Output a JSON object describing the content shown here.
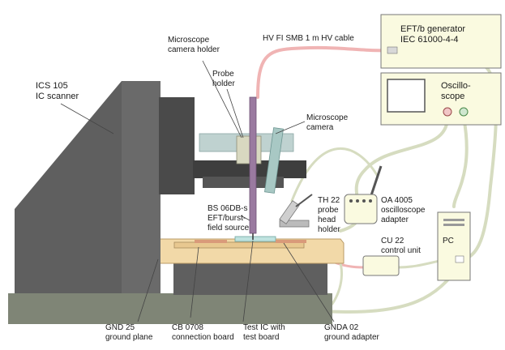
{
  "labels": {
    "ics105": "ICS 105\nIC scanner",
    "mic_holder": "Microscope\ncamera holder",
    "probe_holder": "Probe\nholder",
    "hv_cable": "HV FI SMB 1 m HV cable",
    "generator": "EFT/b generator\nIEC 61000-4-4",
    "oscilloscope": "Oscillo-\nscope",
    "mic_camera": "Microscope\ncamera",
    "th22": "TH 22\nprobe\nhead\nholder",
    "oa4005": "OA 4005\noscilloscope\nadapter",
    "bs06db": "BS 06DB-s\nEFT/burst-\nfield source",
    "cu22": "CU 22\ncontrol unit",
    "pc": "PC",
    "gnd25": "GND 25\nground plane",
    "cb0708": "CB 0708\nconnection board",
    "test_ic": "Test IC with\ntest board",
    "gnda02": "GNDA 02\nground adapter"
  },
  "colors": {
    "scanner": "#5f5f5f",
    "scanner_dark": "#3e3e3e",
    "base": "#7f8576",
    "ground_plane": "#f2d9a8",
    "instrument": "#fafae0",
    "cable": "#d6dcc0",
    "hv_cable": "#f0b4b4",
    "camera": "#bfd2d0"
  }
}
